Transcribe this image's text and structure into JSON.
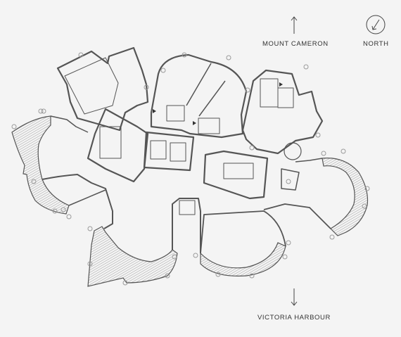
{
  "labels": {
    "mount_cameron": "MOUNT CAMERON",
    "north": "NORTH",
    "victoria_harbour": "VICTORIA HARBOUR"
  },
  "icons": {
    "up_arrow": "arrow-up-icon",
    "down_arrow": "arrow-down-icon",
    "compass": "north-compass-icon"
  },
  "colors": {
    "background": "#f4f4f4",
    "wall": "#555555",
    "terrace_hatch": "#8a8a8a",
    "column": "#9a9a9a",
    "text": "#333333"
  }
}
